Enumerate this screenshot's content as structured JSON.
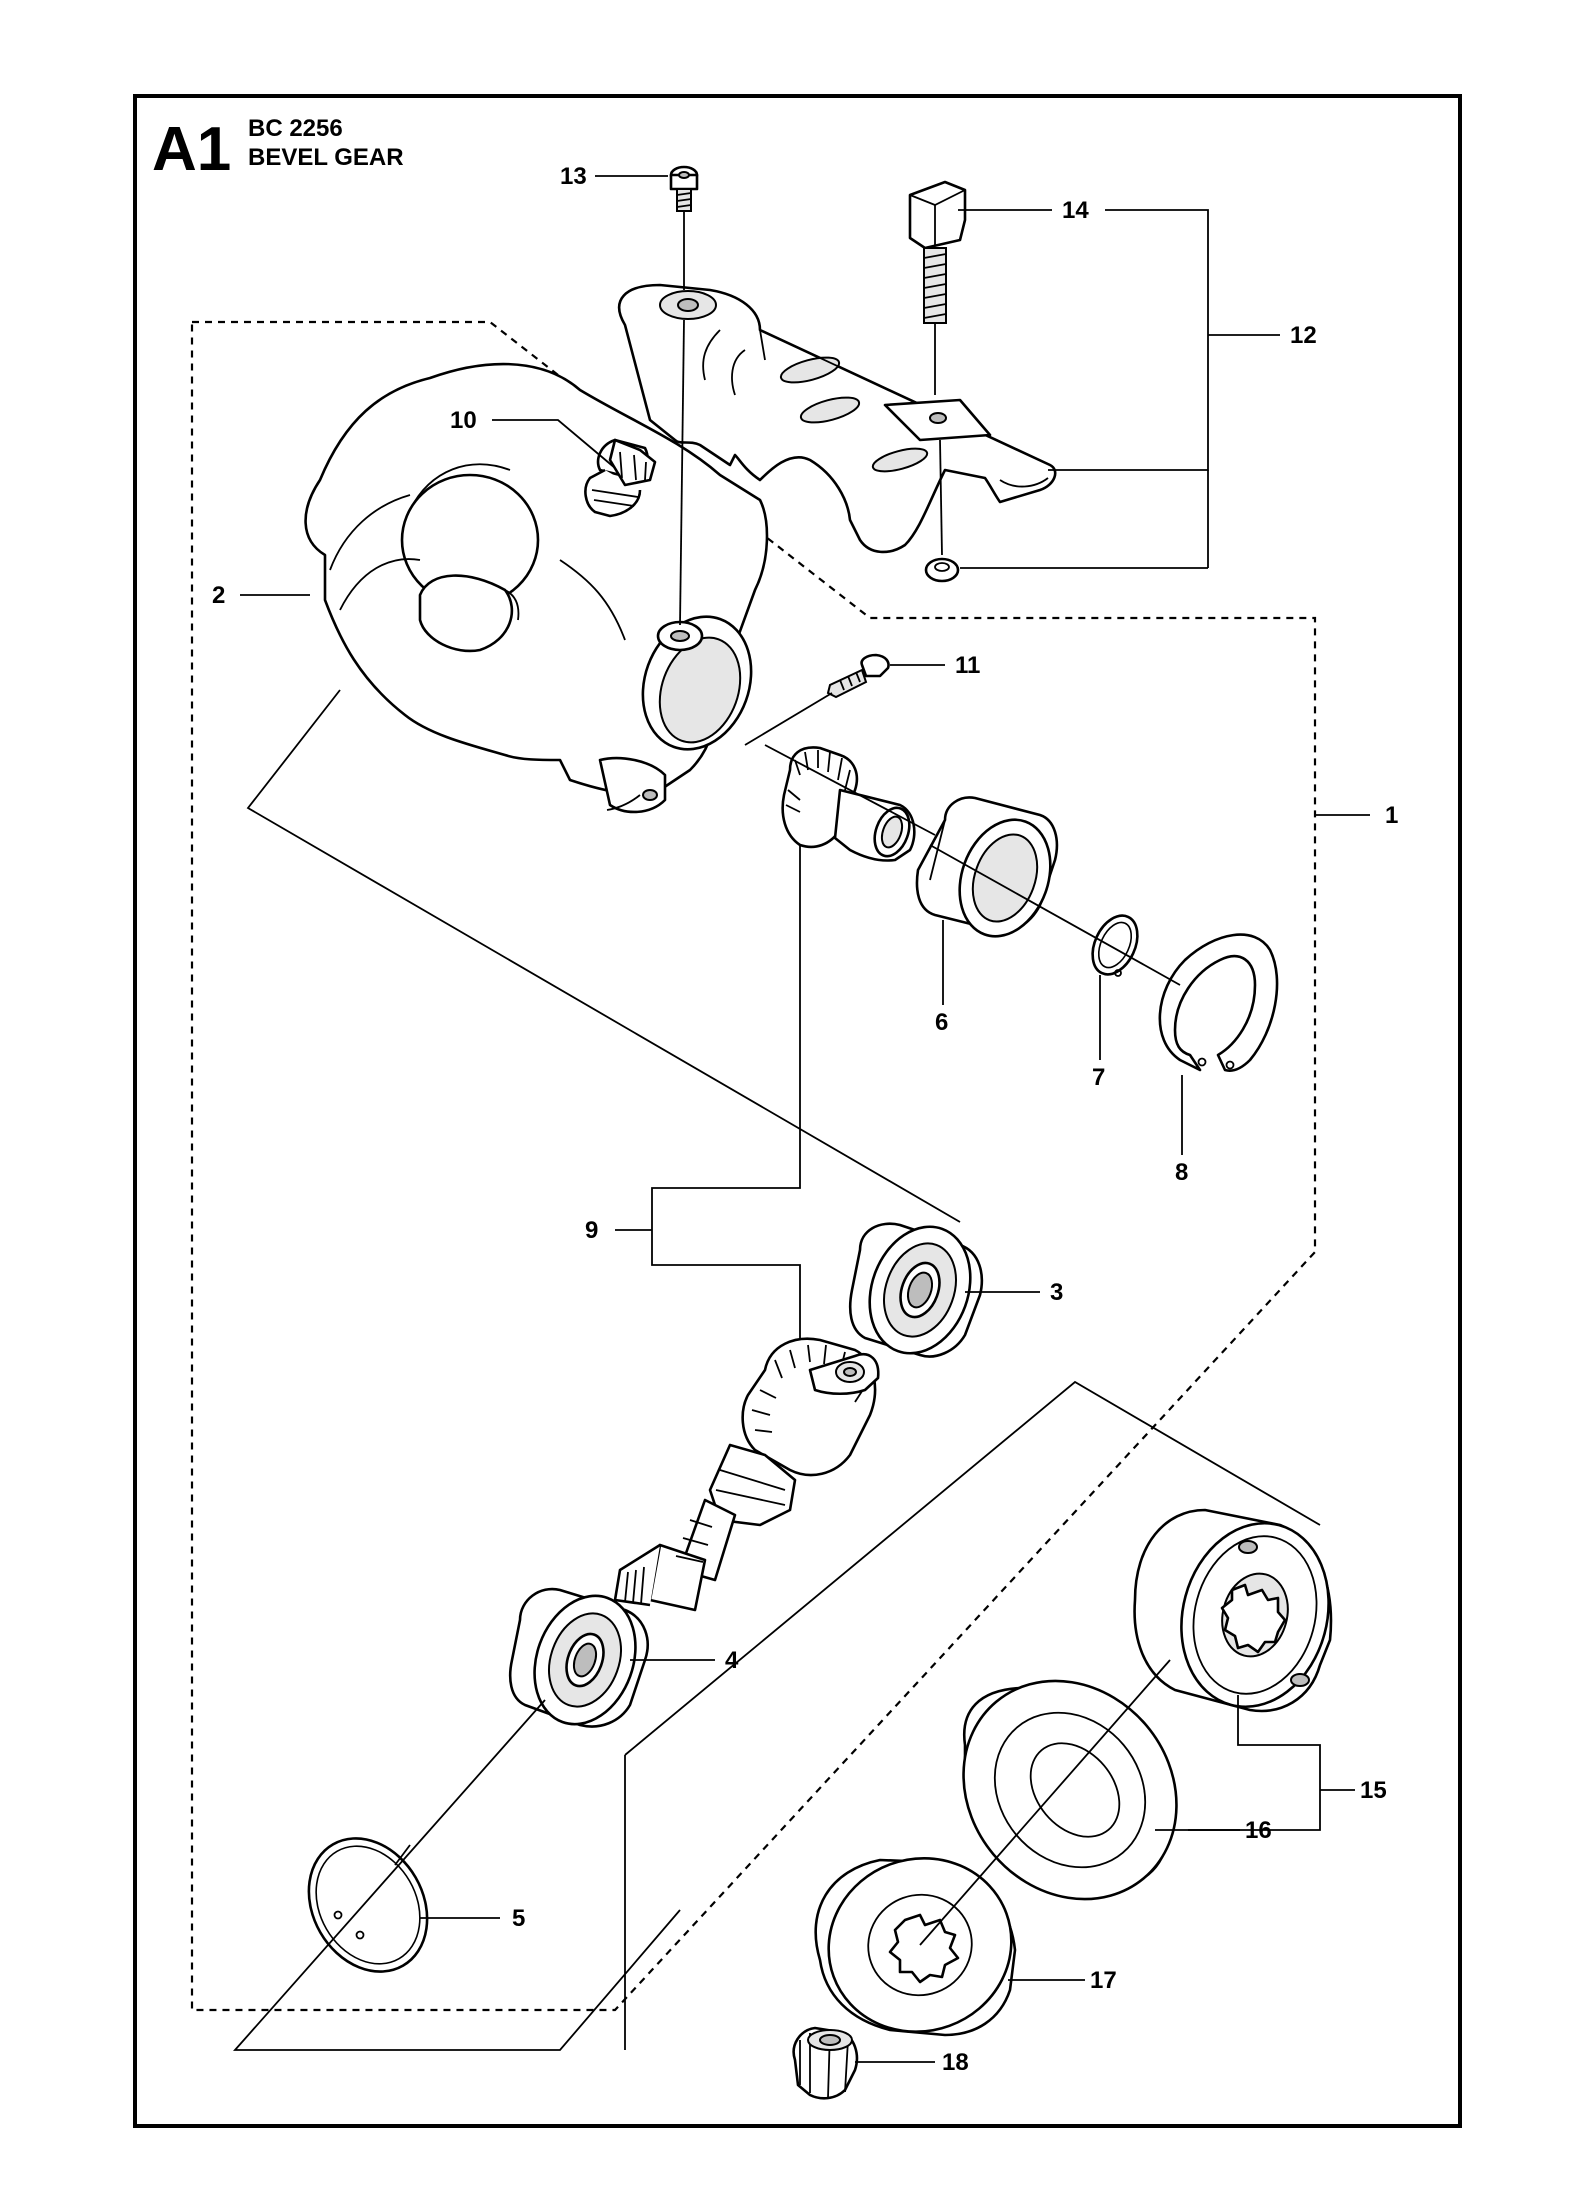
{
  "header": {
    "section_code": "A1",
    "model": "BC 2256",
    "title": "BEVEL GEAR"
  },
  "callouts": {
    "c1": "1",
    "c2": "2",
    "c3": "3",
    "c4": "4",
    "c5": "5",
    "c6": "6",
    "c7": "7",
    "c8": "8",
    "c9": "9",
    "c10": "10",
    "c11": "11",
    "c12": "12",
    "c13": "13",
    "c14": "14",
    "c15": "15",
    "c16": "16",
    "c17": "17",
    "c18": "18"
  }
}
